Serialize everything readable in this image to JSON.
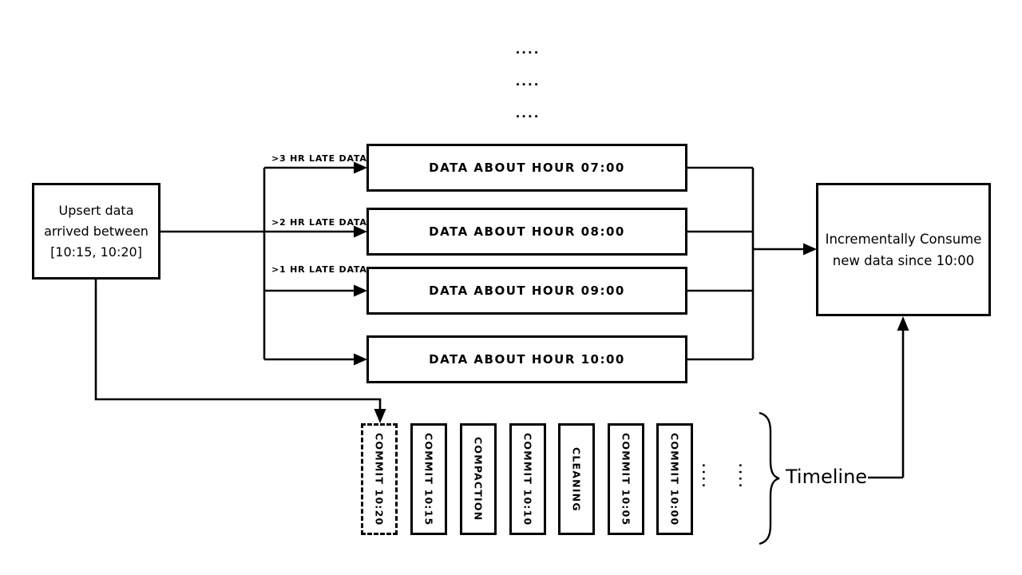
{
  "diagram": {
    "colors": {
      "ink": "#000000",
      "background": "#ffffff"
    },
    "top_dots": [
      "....",
      "....",
      "...."
    ],
    "source_box": {
      "lines": [
        "Upsert data",
        "arrived between",
        "[10:15, 10:20]"
      ]
    },
    "branch_labels": [
      ">3 HR LATE DATA",
      ">2 HR LATE DATA",
      ">1 HR LATE DATA"
    ],
    "hour_boxes": [
      {
        "label": "DATA ABOUT HOUR 07:00"
      },
      {
        "label": "DATA ABOUT HOUR 08:00"
      },
      {
        "label": "DATA ABOUT HOUR 09:00"
      },
      {
        "label": "DATA ABOUT HOUR 10:00"
      }
    ],
    "consumer_box": {
      "lines": [
        "Incrementally Consume",
        "new data since 10:00"
      ]
    },
    "timeline": {
      "commits": [
        {
          "label": "COMMIT 10:20",
          "style": "dashed"
        },
        {
          "label": "COMMIT 10:15",
          "style": "solid"
        },
        {
          "label": "COMPACTION",
          "style": "solid"
        },
        {
          "label": "COMMIT 10:10",
          "style": "solid"
        },
        {
          "label": "CLEANING",
          "style": "solid"
        },
        {
          "label": "COMMIT 10:05",
          "style": "solid"
        },
        {
          "label": "COMMIT 10:00",
          "style": "solid"
        }
      ],
      "ellipsis": [
        "....",
        "...."
      ],
      "label": "Timeline"
    }
  }
}
